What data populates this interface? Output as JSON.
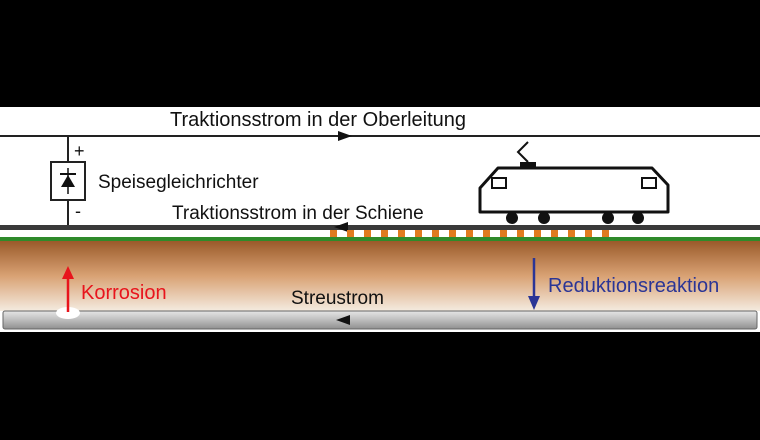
{
  "labels": {
    "overhead_current": "Traktionsstrom in der Oberleitung",
    "rectifier": "Speisegleichrichter",
    "rail_current": "Traktionsstrom in der Schiene",
    "corrosion": "Korrosion",
    "stray_current": "Streustrom",
    "reduction": "Reduktionsreaktion",
    "plus": "+",
    "minus": "-"
  },
  "colors": {
    "corrosion": "#e8141c",
    "reduction": "#2a3596",
    "soil_top": "#9a5a2a",
    "soil_bottom": "#f2e6d8",
    "grass": "#2f8a2a",
    "leak": "#e07b1f",
    "pipe": "#c8c8c8"
  }
}
